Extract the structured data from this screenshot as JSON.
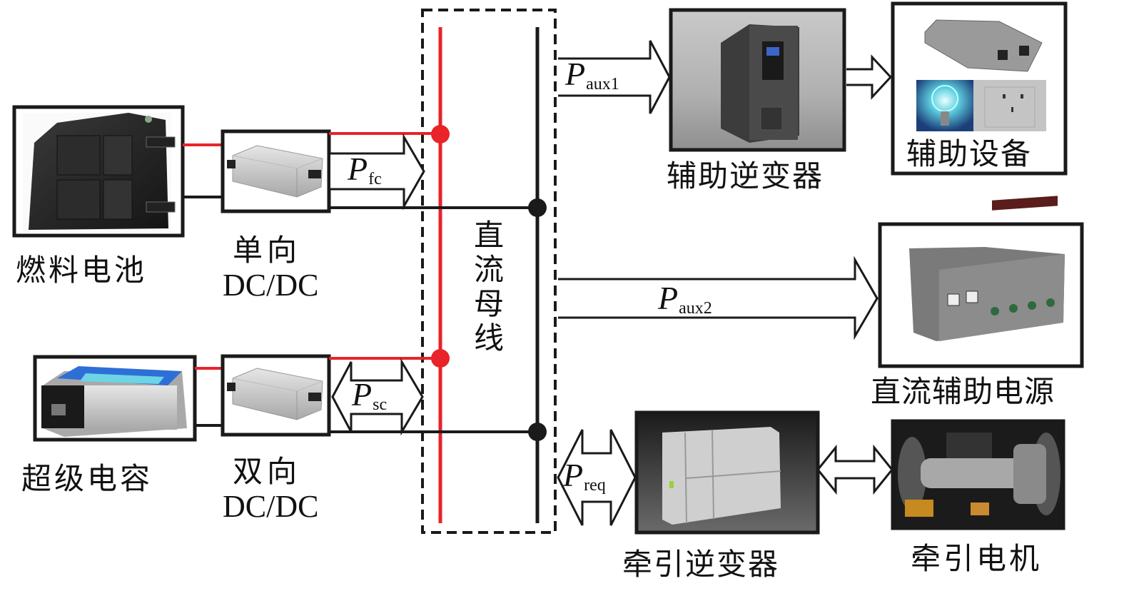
{
  "diagram": {
    "title": "Fuel cell / supercapacitor hybrid power system topology",
    "colors": {
      "positive_bus": "#e8232a",
      "negative_bus": "#1a1a1a",
      "outline": "#1a1a1a",
      "background": "#ffffff"
    },
    "sources": [
      {
        "id": "fuel-cell",
        "label": "燃料电池",
        "icon": "fuel-cell-stack-photo"
      },
      {
        "id": "supercapacitor",
        "label": "超级电容",
        "icon": "supercapacitor-module-photo"
      }
    ],
    "converters": [
      {
        "id": "unidirectional-dcdc",
        "label_cn": "单向",
        "label_en": "DC/DC",
        "icon": "dcdc-converter-photo"
      },
      {
        "id": "bidirectional-dcdc",
        "label_cn": "双向",
        "label_en": "DC/DC",
        "icon": "dcdc-converter-photo"
      }
    ],
    "bus": {
      "label_chars": [
        "直",
        "流",
        "母",
        "线"
      ],
      "label": "直流母线"
    },
    "loads": [
      {
        "id": "aux-inverter",
        "label": "辅助逆变器",
        "icon": "inverter-cabinet-photo"
      },
      {
        "id": "aux-equipment",
        "label": "辅助设备",
        "icon": "aux-equipment-photo"
      },
      {
        "id": "dc-aux-power",
        "label": "直流辅助电源",
        "icon": "dc-power-supply-photo"
      },
      {
        "id": "traction-inverter",
        "label": "牵引逆变器",
        "icon": "traction-inverter-photo"
      },
      {
        "id": "traction-motor",
        "label": "牵引电机",
        "icon": "traction-motor-photo"
      }
    ],
    "power_flows": [
      {
        "id": "p-fc",
        "symbol": "P",
        "subscript": "fc",
        "direction": "unidirectional"
      },
      {
        "id": "p-sc",
        "symbol": "P",
        "subscript": "sc",
        "direction": "bidirectional"
      },
      {
        "id": "p-aux1",
        "symbol": "P",
        "subscript": "aux1",
        "direction": "unidirectional"
      },
      {
        "id": "p-aux2",
        "symbol": "P",
        "subscript": "aux2",
        "direction": "unidirectional"
      },
      {
        "id": "p-req",
        "symbol": "P",
        "subscript": "req",
        "direction": "bidirectional"
      }
    ]
  }
}
